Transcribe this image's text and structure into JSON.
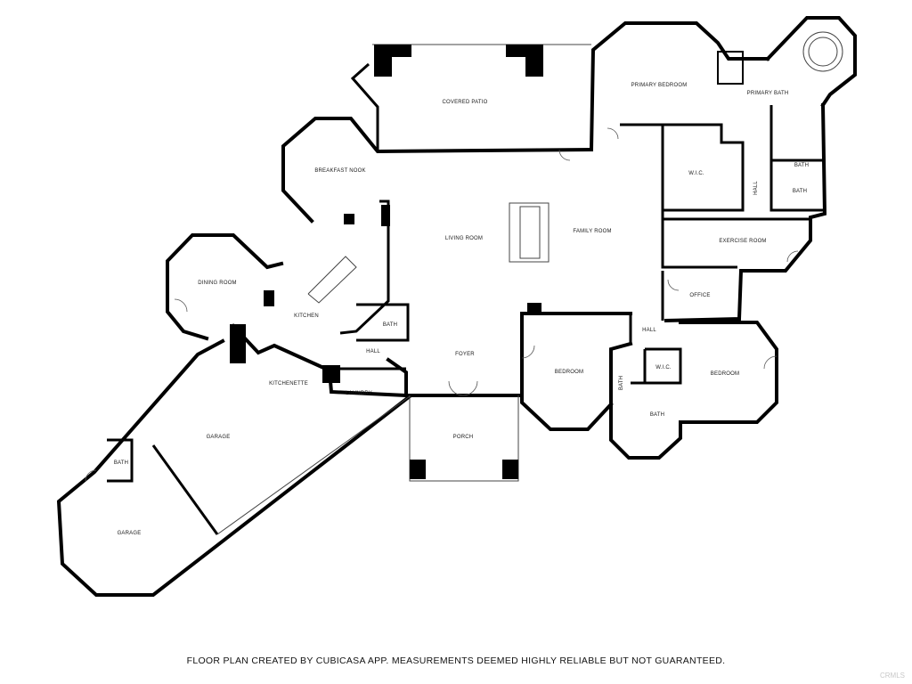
{
  "plan": {
    "rooms": {
      "covered_patio": "COVERED PATIO",
      "primary_bedroom": "PRIMARY BEDROOM",
      "primary_bath": "PRIMARY BATH",
      "breakfast_nook": "BREAKFAST NOOK",
      "wic_primary": "W.I.C.",
      "hall_primary": "HALL",
      "bath_primary_1": "BATH",
      "bath_primary_2": "BATH",
      "living_room": "LIVING ROOM",
      "family_room": "FAMILY ROOM",
      "exercise_room": "EXERCISE ROOM",
      "dining_room": "DINING ROOM",
      "office": "OFFICE",
      "kitchen": "KITCHEN",
      "bath_kitchen": "BATH",
      "hall_west": "HALL",
      "hall_east": "HALL",
      "foyer": "FOYER",
      "bedroom_center": "BEDROOM",
      "bedroom_east": "BEDROOM",
      "wic_bedroom": "W.I.C.",
      "bath_bedroom_1": "BATH",
      "bath_bedroom_2": "BATH",
      "kitchenette": "KITCHENETTE",
      "laundry": "LAUNDRY",
      "garage_1": "GARAGE",
      "porch": "PORCH",
      "bath_garage": "BATH",
      "garage_2": "GARAGE"
    },
    "disclaimer": "FLOOR PLAN CREATED BY CUBICASA APP. MEASUREMENTS DEEMED HIGHLY RELIABLE BUT NOT GUARANTEED.",
    "watermark": "CRMLS",
    "colors": {
      "wall": "#000000",
      "background": "#ffffff",
      "text": "#1a1a1a",
      "watermark": "#c8c8c8"
    }
  }
}
